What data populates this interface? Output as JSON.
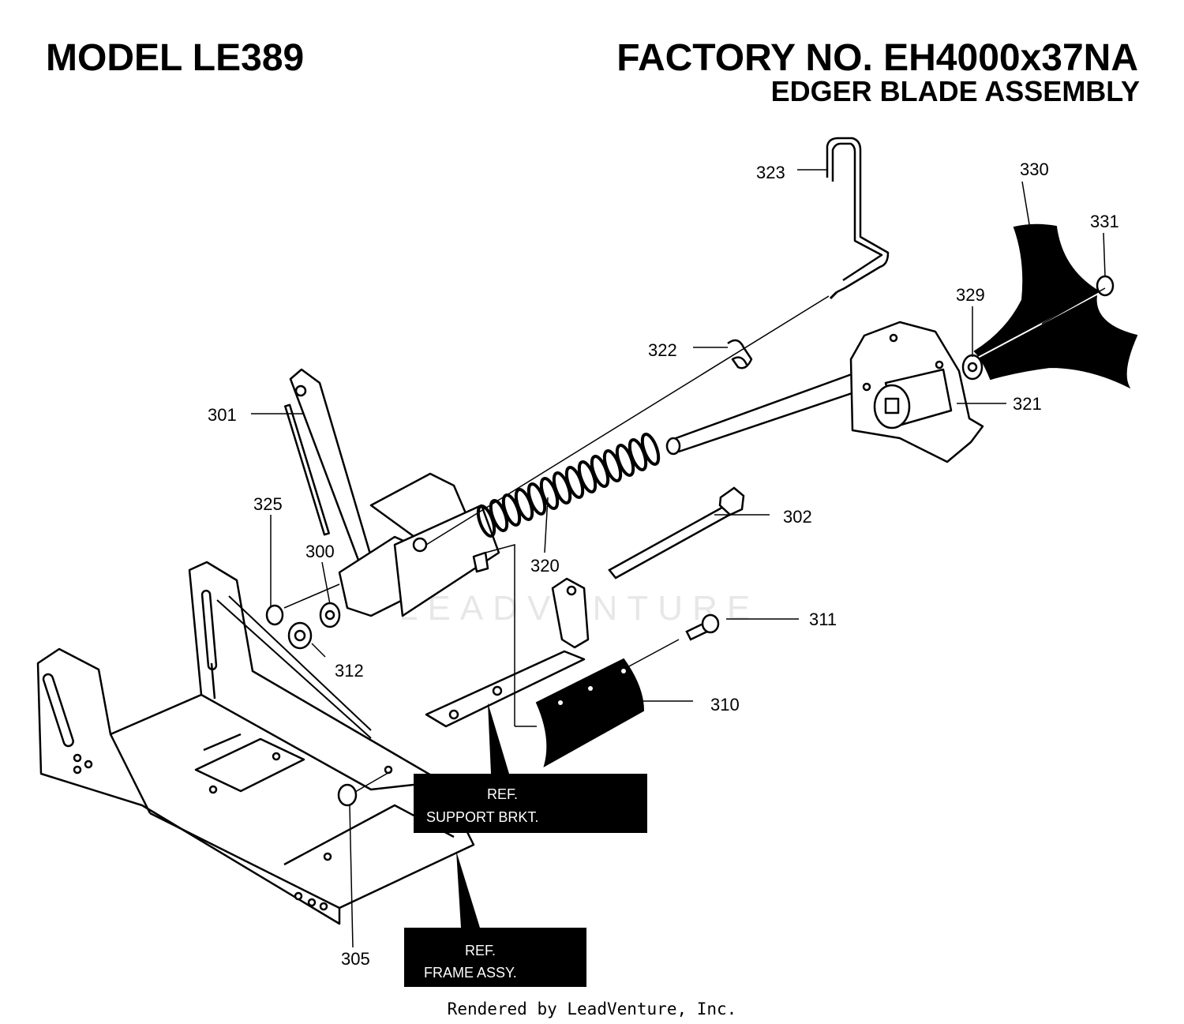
{
  "header": {
    "model": "MODEL LE389",
    "factory_no": "FACTORY NO. EH4000x37NA",
    "assembly": "EDGER BLADE ASSEMBLY"
  },
  "parts": [
    {
      "id": "p300",
      "number": "300"
    },
    {
      "id": "p301",
      "number": "301"
    },
    {
      "id": "p302",
      "number": "302"
    },
    {
      "id": "p305",
      "number": "305"
    },
    {
      "id": "p310",
      "number": "310"
    },
    {
      "id": "p311",
      "number": "311"
    },
    {
      "id": "p312",
      "number": "312"
    },
    {
      "id": "p320",
      "number": "320"
    },
    {
      "id": "p321",
      "number": "321"
    },
    {
      "id": "p322",
      "number": "322"
    },
    {
      "id": "p323",
      "number": "323"
    },
    {
      "id": "p325",
      "number": "325"
    },
    {
      "id": "p329",
      "number": "329"
    },
    {
      "id": "p330",
      "number": "330"
    },
    {
      "id": "p331",
      "number": "331"
    }
  ],
  "references": {
    "support": {
      "line1": "REF.",
      "line2": "SUPPORT BRKT."
    },
    "frame": {
      "line1": "REF.",
      "line2": "FRAME ASSY."
    }
  },
  "watermark": "LEADVENTURE",
  "footer": "Rendered by LeadVenture, Inc."
}
